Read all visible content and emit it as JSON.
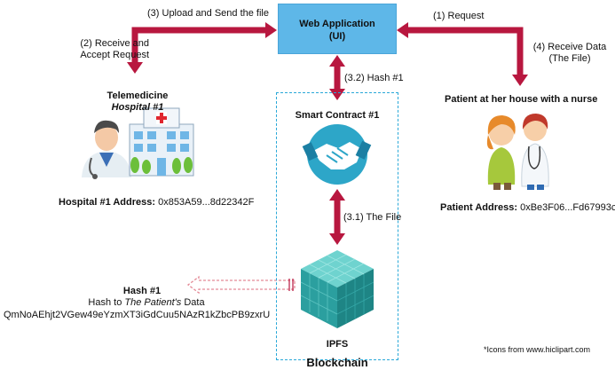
{
  "web_app": {
    "title": "Web Application",
    "subtitle": "(UI)"
  },
  "steps": {
    "upload": "(3) Upload and Send the file",
    "receive_line1": "(2) Receive and",
    "receive_line2": "Accept Request",
    "request": "(1) Request",
    "receive_data_line1": "(4) Receive Data",
    "receive_data_line2": "(The File)",
    "hash": "(3.2) Hash #1",
    "file": "(3.1) The File"
  },
  "hospital": {
    "line1": "Telemedicine",
    "line2": "Hospital #1",
    "address_label": "Hospital #1 Address:",
    "address_value": "0x853A59...8d22342F"
  },
  "patient": {
    "title": "Patient at her house with a nurse",
    "address_label": "Patient Address:",
    "address_value": "0xBe3F06...Fd67993c"
  },
  "smart_contract": "Smart Contract #1",
  "ipfs": "IPFS",
  "blockchain": "Blockchain",
  "hash_block": {
    "title": "Hash #1",
    "desc_prefix": "Hash to",
    "desc_italic": "The Patient's",
    "desc_suffix": "Data",
    "value": "QmNoAEhjt2VGew49eYzmXT3iGdCuu5NAzR1kZbcPB9zxrU"
  },
  "credit": "*Icons from www.hiclipart.com",
  "colors": {
    "arrow": "#b8173f",
    "web_app_fill": "#5eb7e8",
    "chain_border": "#29a8d8",
    "hash_arrow": "#e48a97"
  }
}
